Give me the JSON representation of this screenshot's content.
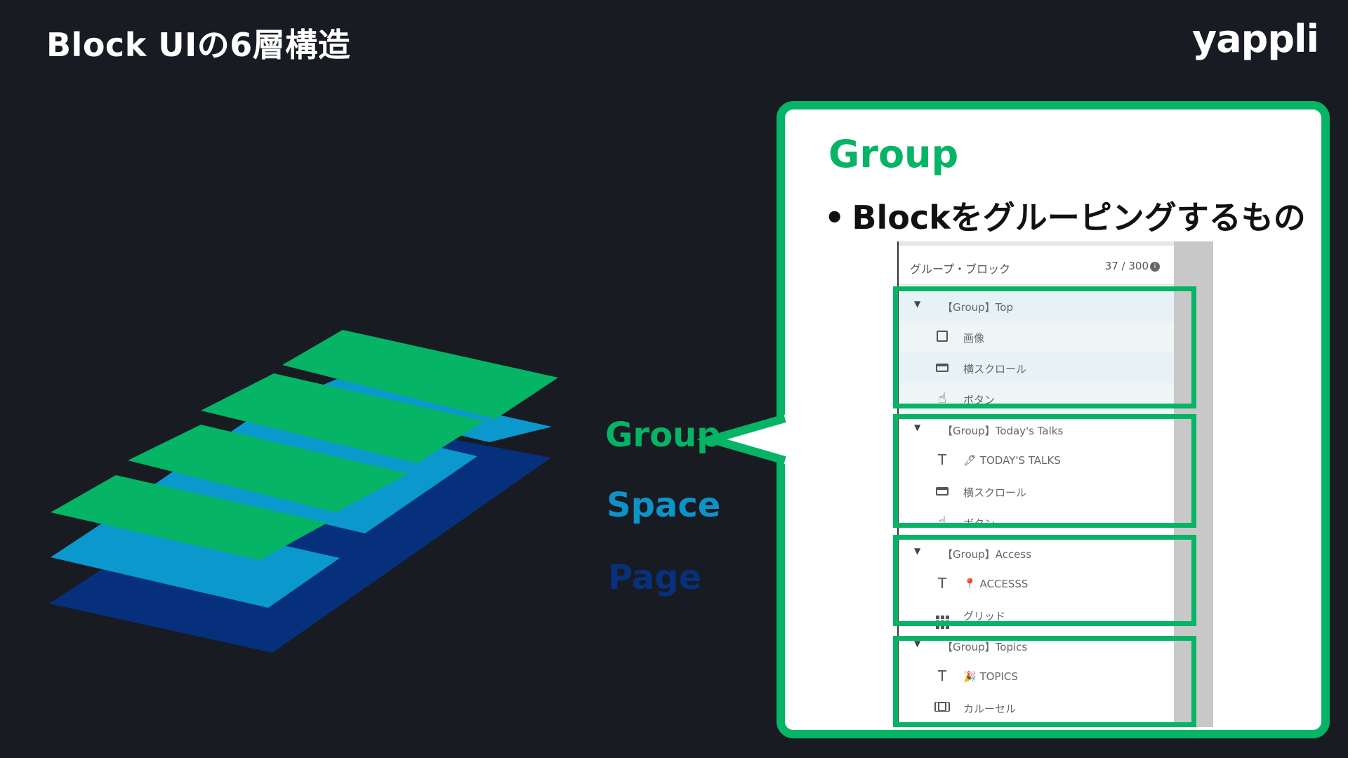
{
  "slide": {
    "title": "Block UIの6層構造",
    "brand": "yappli"
  },
  "layers": {
    "labels": [
      {
        "key": "group",
        "text": "Group",
        "color": "#05b464"
      },
      {
        "key": "space",
        "text": "Space",
        "color": "#0e93c9"
      },
      {
        "key": "page",
        "text": "Page",
        "color": "#07307d"
      }
    ],
    "colors": {
      "group": "#05b464",
      "space": "#0b98cd",
      "page": "#06307b"
    }
  },
  "card": {
    "title": "Group",
    "bullet": "Blockをグルーピングするもの",
    "accent": "#05b464"
  },
  "panel": {
    "header_name": "グループ・ブロック",
    "header_count": "37 / 300",
    "groups": [
      {
        "label": "【Group】Top",
        "children": [
          {
            "icon": "image-icon",
            "label": "画像"
          },
          {
            "icon": "horizontal-scroll-icon",
            "label": "横スクロール"
          },
          {
            "icon": "button-icon",
            "label": "ボタン"
          }
        ]
      },
      {
        "label": "【Group】Today's Talks",
        "children": [
          {
            "icon": "text-icon",
            "label": "🖋 TODAY'S TALKS"
          },
          {
            "icon": "horizontal-scroll-icon",
            "label": "横スクロール"
          },
          {
            "icon": "button-icon",
            "label": "ボタン"
          }
        ]
      },
      {
        "label": "【Group】Access",
        "children": [
          {
            "icon": "text-icon",
            "label": "📍 ACCESSS"
          },
          {
            "icon": "grid-icon",
            "label": "グリッド"
          }
        ]
      },
      {
        "label": "【Group】Topics",
        "children": [
          {
            "icon": "text-icon",
            "label": "🎉 TOPICS"
          },
          {
            "icon": "carousel-icon",
            "label": "カルーセル"
          }
        ]
      }
    ]
  }
}
